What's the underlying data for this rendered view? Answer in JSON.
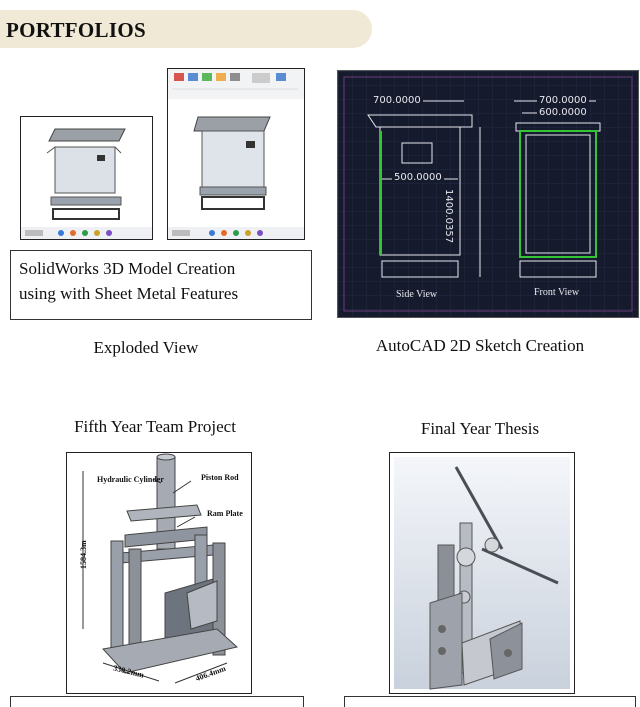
{
  "header": {
    "title": "PORTFOLIOS"
  },
  "portfolio": {
    "solidworks_caption_line1": "SolidWorks 3D Model Creation",
    "solidworks_caption_line2": "using with Sheet Metal Features",
    "exploded_label": "Exploded View",
    "autocad_label": "AutoCAD 2D Sketch Creation",
    "team_project_label": "Fifth Year Team Project",
    "thesis_label": "Final Year Thesis"
  },
  "autocad": {
    "dim_top_left": "700.0000",
    "dim_top_right": "700.0000",
    "dim_inner_right": "600.0000",
    "dim_middle": "500.0000",
    "dim_height": "1400.0357",
    "side_view": "Side View",
    "front_view": "Front View"
  },
  "press": {
    "hydraulic_cylinder": "Hydraulic Cylinder",
    "piston_rod": "Piston Rod",
    "ram_plate": "Ram Plate",
    "height": "1584.3m",
    "width": "330.2mm",
    "depth": "406.4mm"
  },
  "colors": {
    "header_bg": "#efe9d6",
    "cad_bg": "#151a2c",
    "cad_line": "#e8e8ee",
    "cad_green": "#35c435",
    "metal": "#8a8f98"
  }
}
